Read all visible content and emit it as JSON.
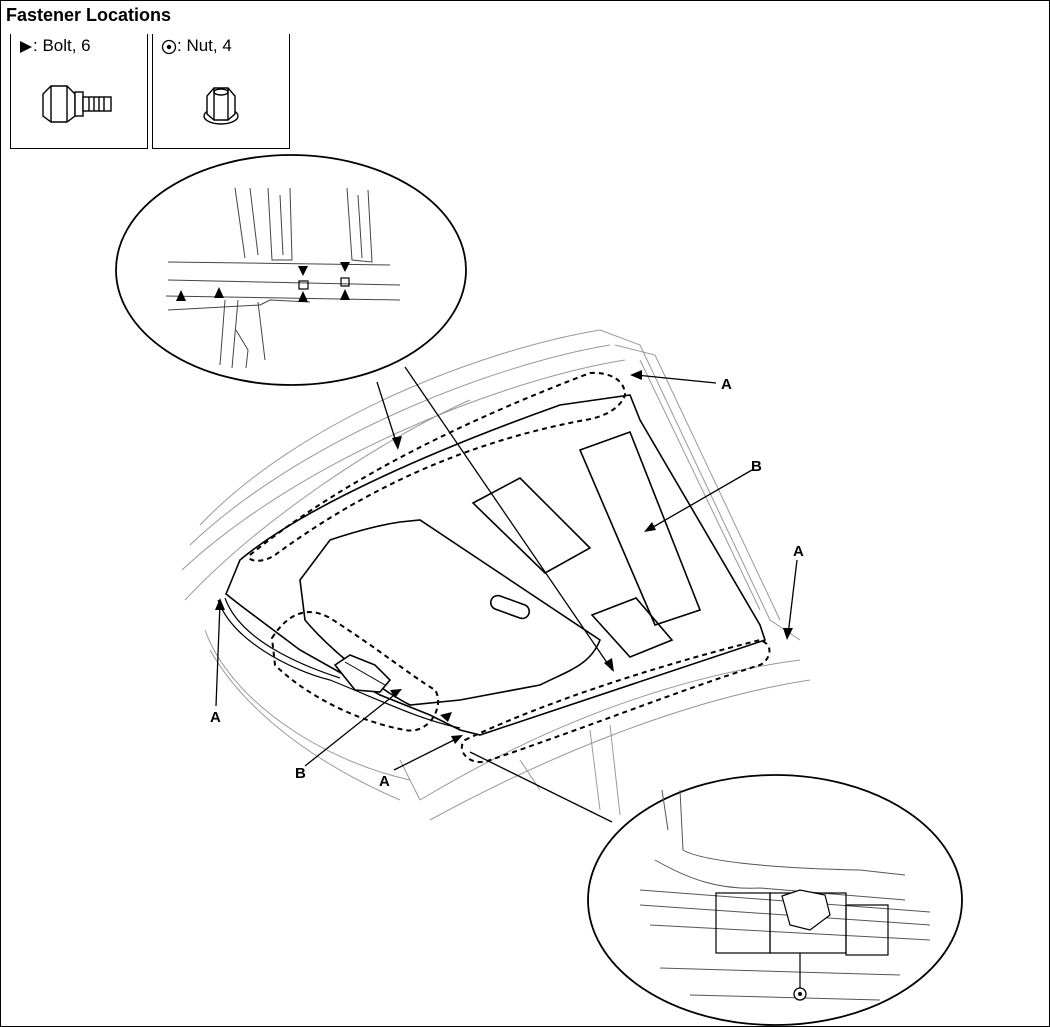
{
  "title": "Fastener Locations",
  "legend": {
    "bolt": {
      "label": ": Bolt, 6",
      "icon": "bolt-triangle-icon"
    },
    "nut": {
      "label": ": Nut, 4",
      "icon": "nut-circle-dot-icon"
    }
  },
  "callouts": {
    "a1": "A",
    "a2": "A",
    "a3": "A",
    "a4": "A",
    "b1": "B",
    "b2": "B"
  },
  "detail_top_fasteners": "bolt",
  "detail_bottom_fasteners": "nut"
}
